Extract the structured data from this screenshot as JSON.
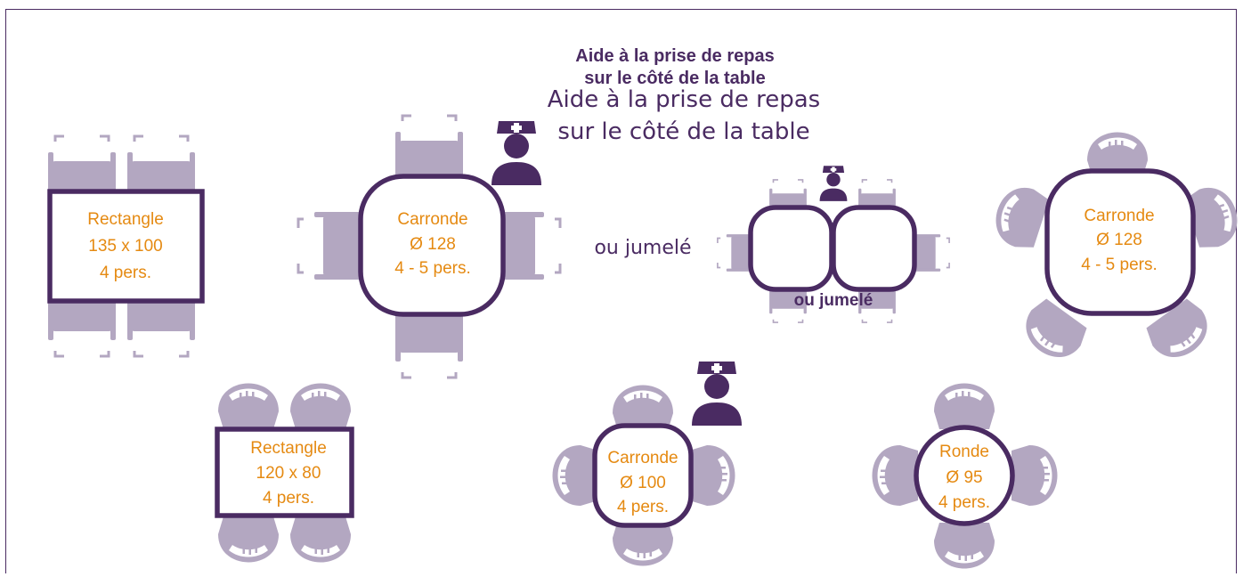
{
  "captions": {
    "aide_bold_line1": "Aide à la prise de repas",
    "aide_bold_line2": "sur le côté de la table",
    "aide_light_line1": "Aide à la prise de repas",
    "aide_light_line2": "sur le côté de la table",
    "ou_jumele_light": "ou jumelé",
    "ou_jumele_bold": "ou jumelé"
  },
  "tables": [
    {
      "line1": "Rectangle",
      "line2": "135 x 100",
      "line3": "4 pers."
    },
    {
      "line1": "Carronde",
      "line2": "Ø 128",
      "line3": "4 - 5 pers."
    },
    {
      "line1": "Carronde",
      "line2": "Ø 128",
      "line3": "4 - 5 pers."
    },
    {
      "line1": "Rectangle",
      "line2": "120 x 80",
      "line3": "4 pers."
    },
    {
      "line1": "Carronde",
      "line2": "Ø 100",
      "line3": "4 pers."
    },
    {
      "line1": "Ronde",
      "line2": "Ø 95",
      "line3": "4 pers."
    }
  ],
  "colors": {
    "table_outline": "#4a2b62",
    "chair": "#b3a7c1",
    "label_text": "#e58a12",
    "caption_text": "#4a2b62"
  },
  "icons": [
    "nurse-icon",
    "square-chair-icon",
    "round-chair-icon"
  ]
}
